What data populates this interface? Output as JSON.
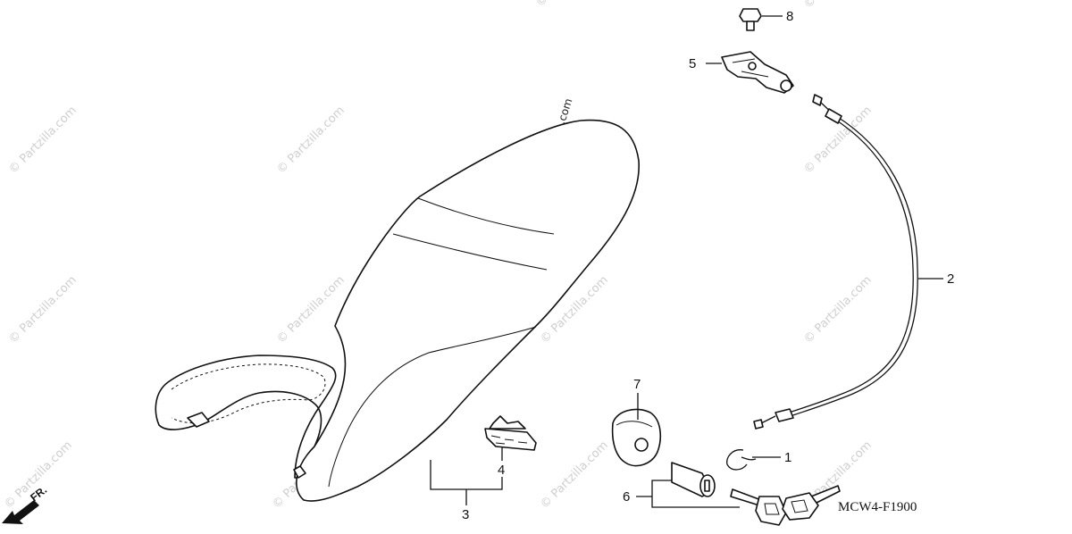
{
  "diagram": {
    "code": "MCW4-F1900",
    "direction_label": "FR.",
    "watermark_text": "© Partzilla.com",
    "callouts": [
      {
        "id": "c1",
        "label": "1"
      },
      {
        "id": "c2",
        "label": "2"
      },
      {
        "id": "c3",
        "label": "3"
      },
      {
        "id": "c4",
        "label": "4"
      },
      {
        "id": "c5",
        "label": "5"
      },
      {
        "id": "c6",
        "label": "6"
      },
      {
        "id": "c7",
        "label": "7"
      },
      {
        "id": "c8",
        "label": "8"
      }
    ]
  }
}
